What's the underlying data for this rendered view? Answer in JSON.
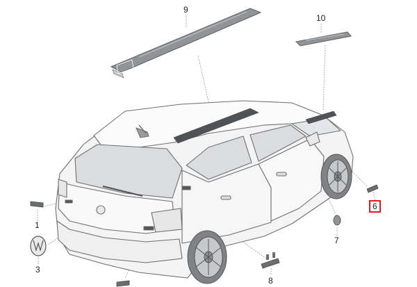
{
  "diagram": {
    "callouts": [
      {
        "id": "c1",
        "label": "1"
      },
      {
        "id": "c3",
        "label": "3"
      },
      {
        "id": "c6",
        "label": "6",
        "highlighted": true
      },
      {
        "id": "c7",
        "label": "7"
      },
      {
        "id": "c8",
        "label": "8"
      },
      {
        "id": "c9",
        "label": "9"
      },
      {
        "id": "c10",
        "label": "10"
      }
    ],
    "colors": {
      "outline": "#6e6e6e",
      "body_fill": "#f4f4f4",
      "glass_fill": "#d9dde0",
      "part_dark": "#8f9499",
      "highlight": "#e01b1b",
      "leader": "#9a9a9a"
    }
  }
}
